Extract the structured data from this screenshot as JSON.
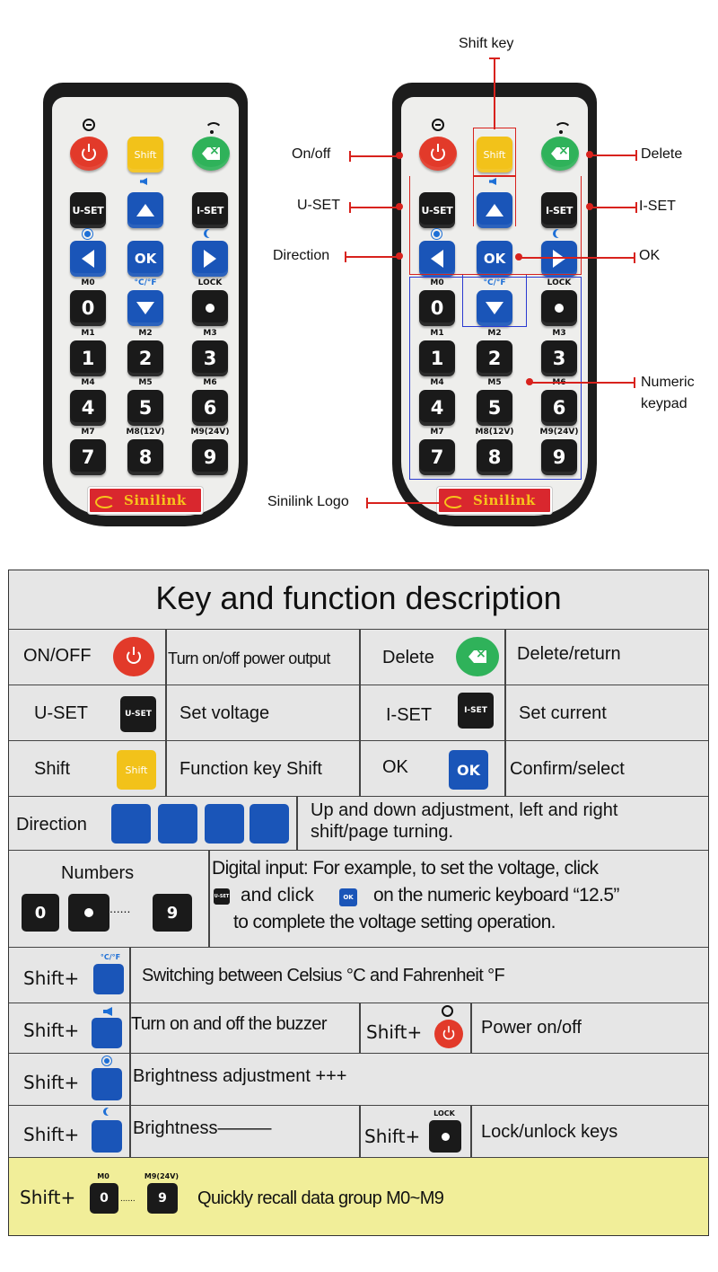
{
  "remote": {
    "keys": {
      "shift": "Shift",
      "uset": "U-SET",
      "iset": "I-SET",
      "ok": "OK",
      "d0": "0",
      "d1": "1",
      "d2": "2",
      "d3": "3",
      "d4": "4",
      "d5": "5",
      "d6": "6",
      "d7": "7",
      "d8": "8",
      "d9": "9"
    },
    "labels": {
      "m0": "M0",
      "cf": "°C/°F",
      "lock": "LOCK",
      "m1": "M1",
      "m2": "M2",
      "m3": "M3",
      "m4": "M4",
      "m5": "M5",
      "m6": "M6",
      "m7": "M7",
      "m8": "M8(12V)",
      "m9": "M9(24V)"
    },
    "logo_text": "Sinilink",
    "icons": {
      "power": "power-icon",
      "wifi": "wifi-icon",
      "delete": "delete-icon",
      "volume": "speaker-icon",
      "brightness": "sun-icon",
      "moon": "moon-icon"
    },
    "colors": {
      "red_key": "#e23a2a",
      "green_key": "#2fb25a",
      "yellow_key": "#f2c21a",
      "blue_key": "#1a55b8",
      "lead": "#d8221d"
    }
  },
  "annotations": {
    "shift_key": "Shift key",
    "onoff": "On/off",
    "delete": "Delete",
    "uset": "U-SET",
    "iset": "I-SET",
    "direction": "Direction",
    "ok": "OK",
    "numeric_1": "Numeric",
    "numeric_2": "keypad",
    "logo": "Sinilink Logo"
  },
  "table": {
    "title": "Key and function description",
    "row1": {
      "onoff": "ON/OFF",
      "onoff_desc": "Turn on/off power output",
      "delete": "Delete",
      "delete_desc": "Delete/return"
    },
    "row2": {
      "uset": "U-SET",
      "uset_key": "U-SET",
      "uset_desc": "Set voltage",
      "iset": "I-SET",
      "iset_key": "I-SET",
      "iset_desc": "Set current"
    },
    "row3": {
      "shift": "Shift",
      "shift_key": "Shift",
      "shift_desc": "Function key Shift",
      "ok": "OK",
      "ok_key": "OK",
      "ok_desc": "Confirm/select"
    },
    "row4": {
      "direction": "Direction",
      "desc1": "Up and down adjustment, left and right",
      "desc2": "shift/page turning."
    },
    "row5": {
      "numbers": "Numbers",
      "key0": "0",
      "key9": "9",
      "dots": "......",
      "desc1": "Digital input: For example, to set the voltage, click",
      "uset_mini": "U-SET",
      "desc2": "and click",
      "ok_mini": "OK",
      "desc3": "on the numeric keyboard “12.5”",
      "desc4": "to complete the voltage setting operation."
    },
    "row6": {
      "shift": "Shift+",
      "cap": "°C/°F",
      "desc": "Switching between Celsius °C and Fahrenheit °F"
    },
    "row7": {
      "shift": "Shift+",
      "desc": "Turn on and off the buzzer",
      "shift2": "Shift+",
      "desc2": "Power on/off"
    },
    "row8": {
      "shift": "Shift+",
      "desc": "Brightness adjustment +++"
    },
    "row9": {
      "shift": "Shift+",
      "desc": "Brightness———",
      "shift2": "Shift+",
      "cap2": "LOCK",
      "desc2": "Lock/unlock keys"
    },
    "row10": {
      "shift": "Shift+",
      "cap0": "M0",
      "key0": "0",
      "dots": "......",
      "cap9": "M9(24V)",
      "key9": "9",
      "desc": "Quickly recall data group M0~M9"
    },
    "colors": {
      "table_bg": "#e6e6e6",
      "highlight_row": "#f1ee99"
    }
  }
}
